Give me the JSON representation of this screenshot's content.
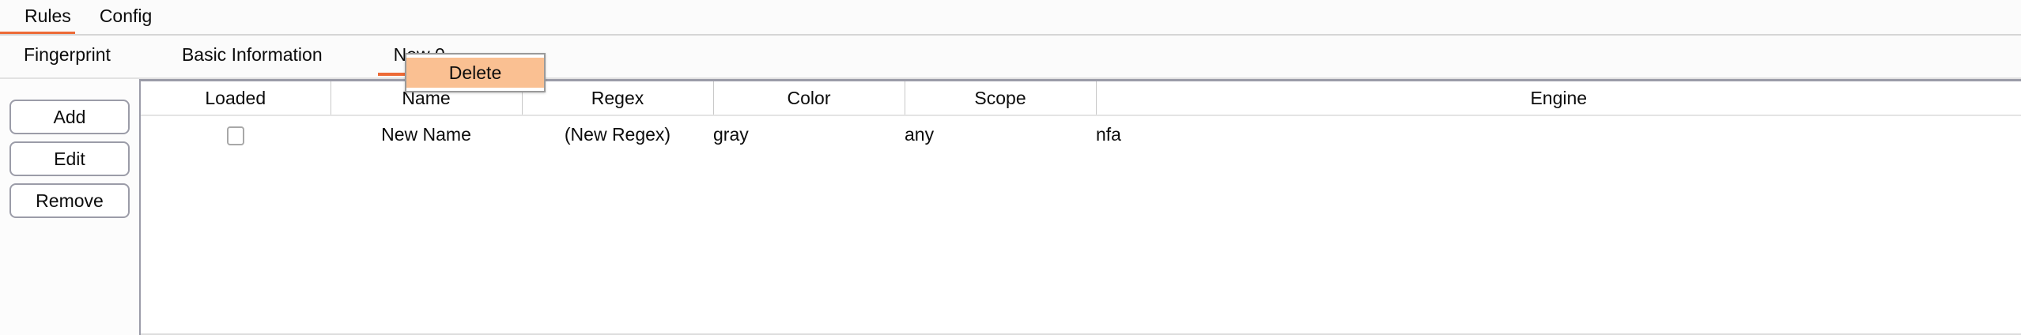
{
  "theme": {
    "accent": "#ed6a36",
    "menu_highlight": "#fac092",
    "border": "#9b9ca8",
    "surface": "#ffffff",
    "toolbar_bg": "#fbfbfb"
  },
  "top_tabs": [
    {
      "label": "Rules",
      "active": true
    },
    {
      "label": "Config",
      "active": false
    }
  ],
  "sub_tabs": [
    {
      "label": "Fingerprint",
      "active": false
    },
    {
      "label": "Basic Information",
      "active": false
    },
    {
      "label": "New 0",
      "active": true
    }
  ],
  "side_buttons": [
    {
      "label": "Add"
    },
    {
      "label": "Edit"
    },
    {
      "label": "Remove"
    }
  ],
  "table": {
    "columns": [
      "Loaded",
      "Name",
      "Regex",
      "Color",
      "Scope",
      "Engine"
    ],
    "rows": [
      {
        "loaded": false,
        "name": "New Name",
        "regex": "(New Regex)",
        "color": "gray",
        "scope": "any",
        "engine": "nfa"
      }
    ]
  },
  "context_menu": {
    "items": [
      {
        "label": "Delete",
        "highlighted": true
      }
    ]
  }
}
